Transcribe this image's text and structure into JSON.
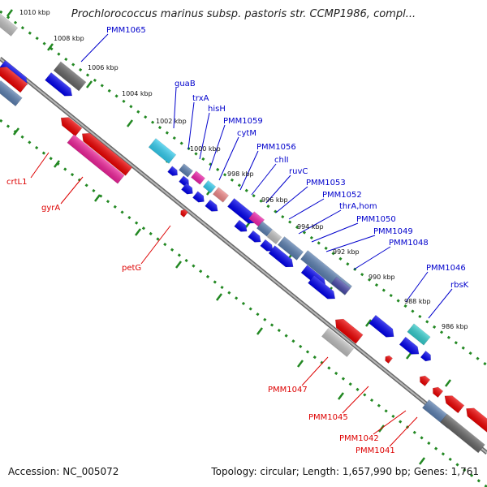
{
  "title": "Prochlorococcus marinus subsp. pastoris str. CCMP1986, compl...",
  "footer": {
    "accession": "Accession: NC_005072",
    "summary": "Topology: circular; Length: 1,657,990 bp; Genes: 1,761"
  },
  "colors": {
    "forward_label": "#0000cc",
    "reverse_label": "#dd0000",
    "backbone": "#808080",
    "tick": "#228822"
  },
  "scale_labels": [
    "1010 kbp",
    "1008 kbp",
    "1006 kbp",
    "1004 kbp",
    "1002 kbp",
    "1000 kbp",
    "998 kbp",
    "996 kbp",
    "994 kbp",
    "992 kbp",
    "990 kbp",
    "988 kbp",
    "986 kbp"
  ],
  "forward_gene_labels": [
    "PMM1065",
    "guaB",
    "trxA",
    "hisH",
    "PMM1059",
    "cytM",
    "PMM1056",
    "chlI",
    "ruvC",
    "PMM1053",
    "PMM1052",
    "thrA,hom",
    "PMM1050",
    "PMM1049",
    "PMM1048",
    "PMM1046",
    "rbsK"
  ],
  "reverse_gene_labels": [
    "crtL1",
    "gyrA",
    "petG",
    "PMM1047",
    "PMM1045",
    "PMM1042",
    "PMM1041"
  ]
}
